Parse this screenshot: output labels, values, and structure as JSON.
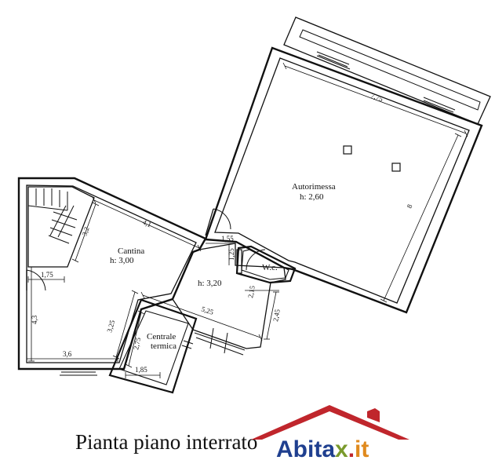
{
  "rooms": {
    "autorimessa": "Autorimessa",
    "autorimessa_h": "h: 2,60",
    "cantina": "Cantina",
    "cantina_h": "h: 3,00",
    "disimpegno_h": "h: 3,20",
    "wc": "W.c.",
    "centrale_1": "Centrale",
    "centrale_2": "termica"
  },
  "dimensions": {
    "d775": "7,75",
    "d8": "8",
    "d41": "4,1",
    "d32": "3,2",
    "d175": "1,75",
    "d43": "4,3",
    "d36": "3,6",
    "d325": "3,25",
    "d155": "1,55",
    "d125": "1,25",
    "d215": "2,15",
    "d525": "5,25",
    "d245": "2,45",
    "d275": "2,75",
    "d185": "1,85"
  },
  "caption": "Pianta piano interrato",
  "logo": {
    "a": "A",
    "bita": "bita",
    "x": "x",
    "dot": ".",
    "it": "it",
    "colors": {
      "roof": "#c0262c",
      "a": "#1f3f8f",
      "bita": "#1f3f8f",
      "x": "#7a9a2c",
      "dot": "#c0262c",
      "it": "#e08a1e"
    }
  }
}
